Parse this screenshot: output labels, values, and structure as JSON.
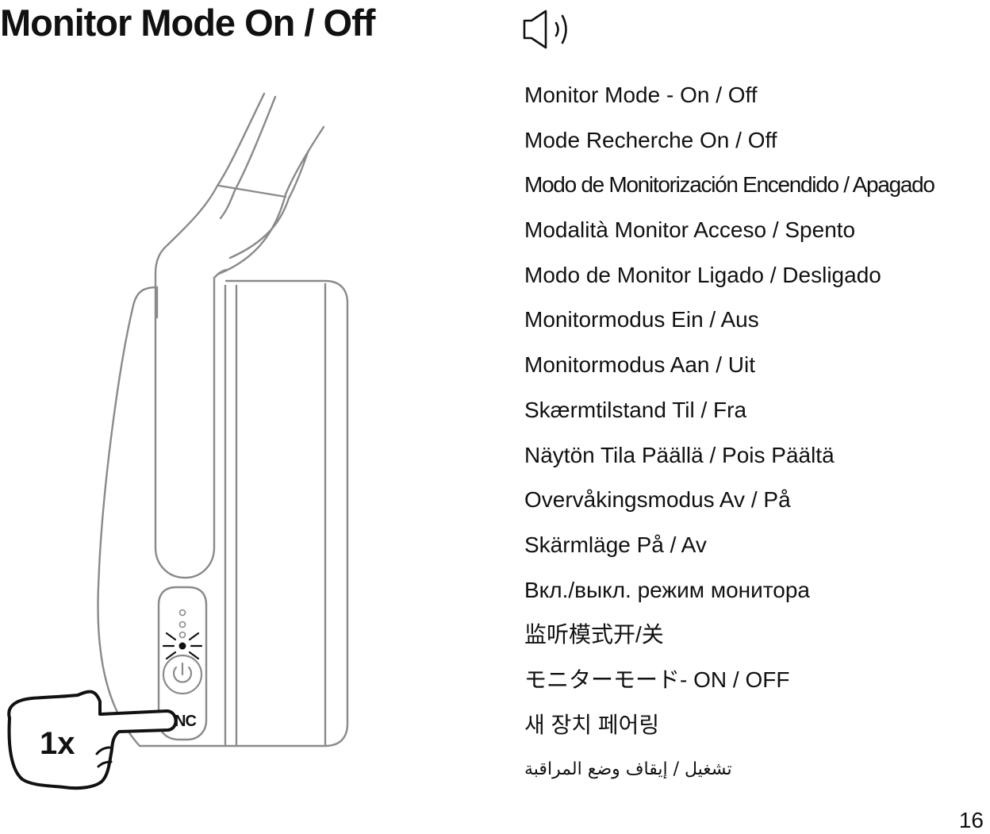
{
  "header": {
    "title": "Monitor Mode On / Off",
    "icon": "speaker-volume-icon"
  },
  "illustration": {
    "press_count": "1x",
    "button_label": "NC",
    "icons": [
      "headphone-side-icon",
      "power-icon",
      "pointing-hand-icon",
      "led-indicator-icon"
    ]
  },
  "languages": [
    "Monitor Mode - On / Off",
    "Mode Recherche On / Off",
    "Modo de Monitorización Encendido / Apagado",
    "Modalità Monitor Acceso / Spento",
    "Modo de Monitor Ligado / Desligado",
    "Monitormodus Ein / Aus",
    "Monitormodus Aan / Uit",
    "Skærmtilstand Til / Fra",
    "Näytön Tila Päällä / Pois Päältä",
    "Overvåkingsmodus Av / På",
    "Skärmläge På / Av",
    "Вкл./выкл. режим монитора",
    "监听模式开/关",
    "モニターモード- ON / OFF",
    "새 장치 페어링",
    "تشغيل / إيقاف وضع المراقبة"
  ],
  "footer": {
    "page_number": "16"
  }
}
